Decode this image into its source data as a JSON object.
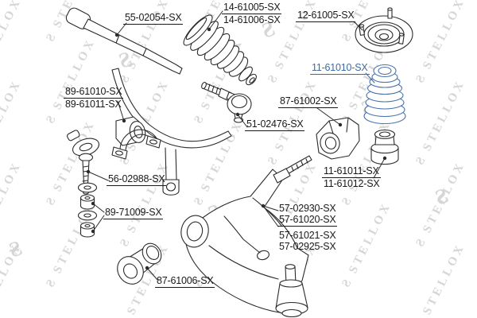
{
  "watermark": {
    "logo_glyph": "Ƨ",
    "brand_text": "STELLOX",
    "color": "#d6d6d6"
  },
  "diagram": {
    "line_color": "#2b2b2b",
    "highlight_color": "#3c6ba5",
    "parts": [
      {
        "id": "inner-tie-rod",
        "part_numbers": [
          "55-02054-SX"
        ]
      },
      {
        "id": "steering-rack-boot",
        "part_numbers": [
          "14-61005-SX",
          "14-61006-SX"
        ]
      },
      {
        "id": "strut-mount",
        "part_numbers": [
          "12-61005-SX"
        ]
      },
      {
        "id": "shock-dust-boot",
        "part_numbers": [
          "11-61010-SX"
        ],
        "highlighted": true
      },
      {
        "id": "stabilizer-bushing",
        "part_numbers": [
          "89-61010-SX",
          "89-61011-SX"
        ]
      },
      {
        "id": "tie-rod-end",
        "part_numbers": [
          "51-02476-SX"
        ]
      },
      {
        "id": "stabilizer-bar-bushing",
        "part_numbers": [
          "87-61002-SX"
        ]
      },
      {
        "id": "stabilizer-link",
        "part_numbers": [
          "56-02988-SX"
        ]
      },
      {
        "id": "bump-stop",
        "part_numbers": [
          "11-61011-SX",
          "11-61012-SX"
        ]
      },
      {
        "id": "link-bushing-kit",
        "part_numbers": [
          "89-71009-SX"
        ]
      },
      {
        "id": "control-arm",
        "part_numbers": [
          "57-02930-SX",
          "57-61020-SX",
          "57-61021-SX",
          "57-02925-SX"
        ]
      },
      {
        "id": "control-arm-bushing",
        "part_numbers": [
          "87-61006-SX"
        ]
      }
    ]
  }
}
